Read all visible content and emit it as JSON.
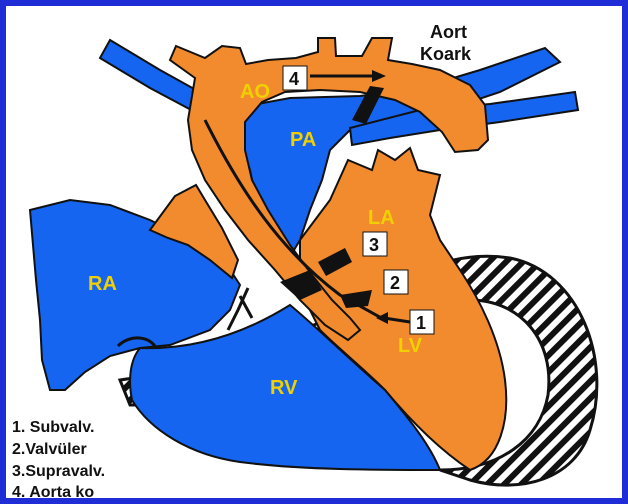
{
  "colors": {
    "frame": "#1f2dd6",
    "artery": "#f28a2e",
    "vein": "#1565f0",
    "label": "#f0d000",
    "outline": "#111111"
  },
  "labels": {
    "aort": "Aort",
    "koark": "Koark",
    "ao": "AO",
    "pa": "PA",
    "ra": "RA",
    "rv": "RV",
    "la": "LA",
    "lv": "LV"
  },
  "markers": {
    "m1": "1",
    "m2": "2",
    "m3": "3",
    "m4": "4"
  },
  "legend": [
    "1. Subvalv.",
    "2.Valvüler",
    "3.Supravalv.",
    "4. Aorta ko"
  ]
}
